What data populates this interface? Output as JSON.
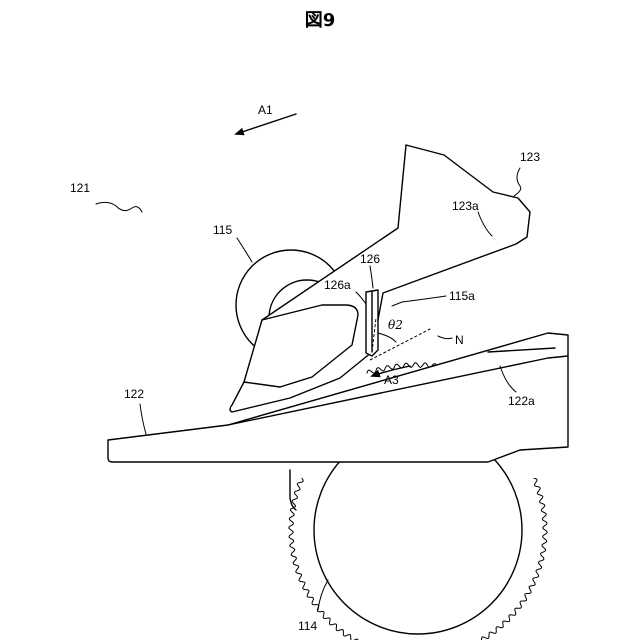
{
  "figure_title": "図9",
  "labels": {
    "a1": "A1",
    "l121": "121",
    "l123": "123",
    "l123a": "123a",
    "l115": "115",
    "l126": "126",
    "l126a": "126a",
    "l115a": "115a",
    "theta2": "θ2",
    "n": "N",
    "a3": "A3",
    "l122": "122",
    "l122a": "122a",
    "l114": "114"
  }
}
